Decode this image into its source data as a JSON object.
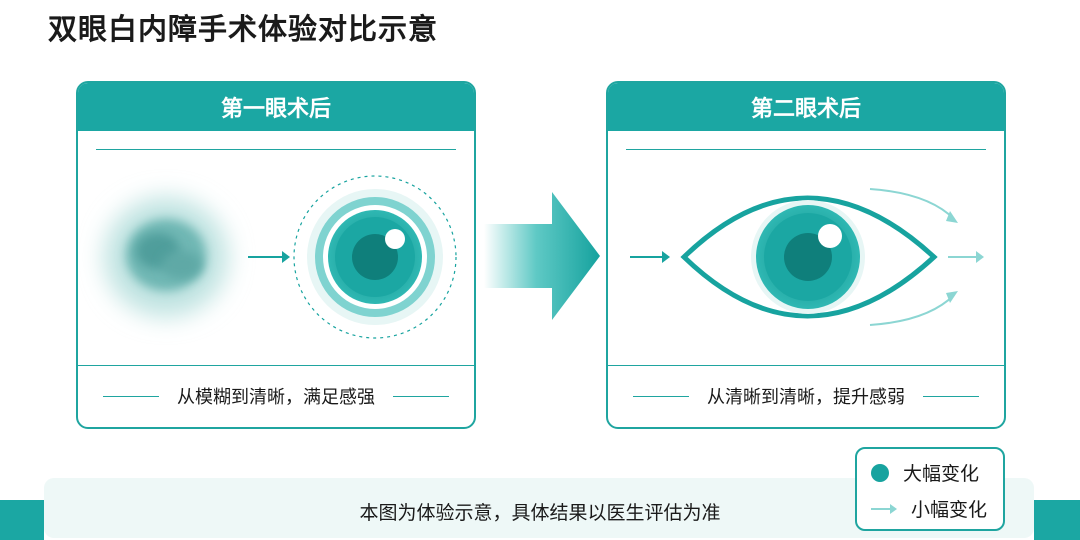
{
  "title": "双眼白内障手术体验对比示意",
  "panels": [
    {
      "header": "第一眼术后",
      "caption": "从模糊到清晰，满足感强"
    },
    {
      "header": "第二眼术后",
      "caption": "从清晰到清晰，提升感弱"
    }
  ],
  "note": "本图为体验示意，具体结果以医生评估为准",
  "legend": {
    "items": [
      {
        "label": "大幅变化",
        "icon": "filled-circle-icon"
      },
      {
        "label": "小幅变化",
        "icon": "thin-arrow-icon"
      }
    ]
  },
  "colors": {
    "teal": "#1ba7a3",
    "teal_light": "#7fd3d0",
    "teal_dark": "#0e8a86",
    "bg_note": "#eef8f7"
  }
}
